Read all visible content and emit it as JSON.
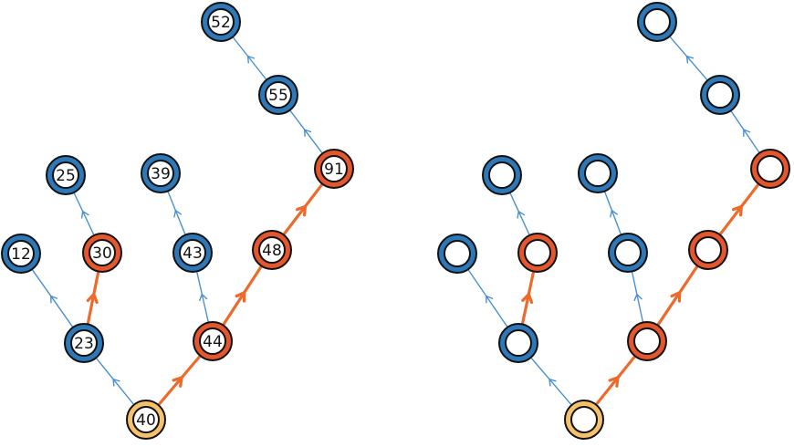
{
  "colors": {
    "blue_ring": "#2f78b8",
    "orange_ring": "#e4572e",
    "yellow_ring": "#f5c26b",
    "outline": "#111111",
    "blue_edge": "#4a90d0",
    "orange_edge": "#ee6a2c"
  },
  "trees": [
    {
      "name": "labeled-tree",
      "nodes": [
        {
          "id": "n40",
          "label": "40",
          "kind": "root"
        },
        {
          "id": "n23",
          "label": "23",
          "kind": "normal"
        },
        {
          "id": "n44",
          "label": "44",
          "kind": "path"
        },
        {
          "id": "n12",
          "label": "12",
          "kind": "normal"
        },
        {
          "id": "n30",
          "label": "30",
          "kind": "path"
        },
        {
          "id": "n25",
          "label": "25",
          "kind": "normal"
        },
        {
          "id": "n43",
          "label": "43",
          "kind": "normal"
        },
        {
          "id": "n39",
          "label": "39",
          "kind": "normal"
        },
        {
          "id": "n48",
          "label": "48",
          "kind": "path"
        },
        {
          "id": "n91",
          "label": "91",
          "kind": "path"
        },
        {
          "id": "n55",
          "label": "55",
          "kind": "normal"
        },
        {
          "id": "n52",
          "label": "52",
          "kind": "normal"
        }
      ],
      "edges": [
        {
          "from": "n40",
          "to": "n23",
          "kind": "normal"
        },
        {
          "from": "n40",
          "to": "n44",
          "kind": "path"
        },
        {
          "from": "n23",
          "to": "n12",
          "kind": "normal"
        },
        {
          "from": "n23",
          "to": "n30",
          "kind": "path"
        },
        {
          "from": "n30",
          "to": "n25",
          "kind": "normal"
        },
        {
          "from": "n44",
          "to": "n43",
          "kind": "normal"
        },
        {
          "from": "n43",
          "to": "n39",
          "kind": "normal"
        },
        {
          "from": "n44",
          "to": "n48",
          "kind": "path"
        },
        {
          "from": "n48",
          "to": "n91",
          "kind": "path"
        },
        {
          "from": "n91",
          "to": "n55",
          "kind": "normal"
        },
        {
          "from": "n55",
          "to": "n52",
          "kind": "normal"
        }
      ]
    },
    {
      "name": "unlabeled-tree",
      "nodes": [
        {
          "id": "m40",
          "label": "",
          "kind": "root"
        },
        {
          "id": "m23",
          "label": "",
          "kind": "normal"
        },
        {
          "id": "m44",
          "label": "",
          "kind": "path"
        },
        {
          "id": "m12",
          "label": "",
          "kind": "normal"
        },
        {
          "id": "m30",
          "label": "",
          "kind": "path"
        },
        {
          "id": "m25",
          "label": "",
          "kind": "normal"
        },
        {
          "id": "m43",
          "label": "",
          "kind": "normal"
        },
        {
          "id": "m39",
          "label": "",
          "kind": "normal"
        },
        {
          "id": "m48",
          "label": "",
          "kind": "path"
        },
        {
          "id": "m91",
          "label": "",
          "kind": "path"
        },
        {
          "id": "m55",
          "label": "",
          "kind": "normal"
        },
        {
          "id": "m52",
          "label": "",
          "kind": "normal"
        }
      ],
      "edges": [
        {
          "from": "m40",
          "to": "m23",
          "kind": "normal"
        },
        {
          "from": "m40",
          "to": "m44",
          "kind": "path"
        },
        {
          "from": "m23",
          "to": "m12",
          "kind": "normal"
        },
        {
          "from": "m23",
          "to": "m30",
          "kind": "path"
        },
        {
          "from": "m30",
          "to": "m25",
          "kind": "normal"
        },
        {
          "from": "m44",
          "to": "m43",
          "kind": "normal"
        },
        {
          "from": "m43",
          "to": "m39",
          "kind": "normal"
        },
        {
          "from": "m44",
          "to": "m48",
          "kind": "path"
        },
        {
          "from": "m48",
          "to": "m91",
          "kind": "path"
        },
        {
          "from": "m91",
          "to": "m55",
          "kind": "normal"
        },
        {
          "from": "m55",
          "to": "m52",
          "kind": "normal"
        }
      ]
    }
  ]
}
